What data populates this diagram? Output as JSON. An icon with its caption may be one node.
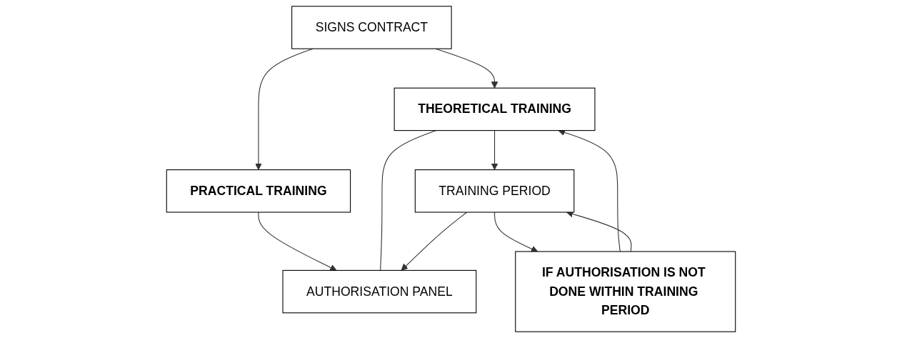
{
  "diagram": {
    "nodes": [
      {
        "text": [
          "SIGNS CONTRACT"
        ]
      },
      {
        "text": [
          "IF AUTHORISATION IS NOT DONE WITHIN TRAINING PERIOD"
        ]
      },
      {
        "text": [
          "PRACTICAL TRAINING"
        ]
      },
      {
        "text": [
          "THEORETICAL TRAINING"
        ]
      },
      {
        "text": [
          "TRAINING PERIOD"
        ]
      },
      {
        "text": [
          "AUTHORISATION PANEL"
        ]
      }
    ],
    "edges": [
      {
        "from": 0,
        "to": 2,
        "arrow": "to"
      },
      {
        "from": 0,
        "to": 3,
        "arrow": "to"
      },
      {
        "from": 1,
        "to": 3,
        "arrow": "to"
      },
      {
        "from": 1,
        "to": 4,
        "arrow": "to"
      },
      {
        "from": 3,
        "to": 4,
        "arrow": "to"
      },
      {
        "from": 2,
        "to": 5,
        "arrow": "to"
      },
      {
        "from": 3,
        "to": 5,
        "arrow": "none"
      },
      {
        "from": 4,
        "to": 5,
        "arrow": "to"
      },
      {
        "from": 4,
        "to": 1,
        "arrow": "to"
      }
    ]
  }
}
